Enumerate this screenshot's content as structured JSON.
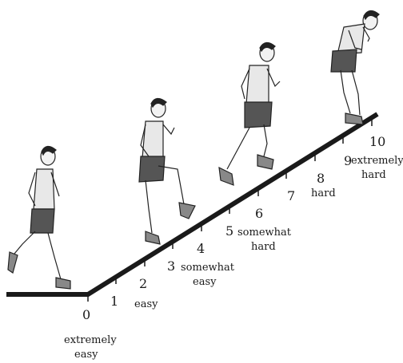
{
  "scale_points": [
    {
      "number": "0",
      "description": [
        "extremely",
        "easy"
      ]
    },
    {
      "number": "1",
      "description": []
    },
    {
      "number": "2",
      "description": [
        "easy"
      ]
    },
    {
      "number": "3",
      "description": []
    },
    {
      "number": "4",
      "description": [
        "somewhat",
        "easy"
      ]
    },
    {
      "number": "5",
      "description": []
    },
    {
      "number": "6",
      "description": [
        "somewhat",
        "hard"
      ]
    },
    {
      "number": "7",
      "description": []
    },
    {
      "number": "8",
      "description": [
        "hard"
      ]
    },
    {
      "number": "9",
      "description": []
    },
    {
      "number": "10",
      "description": [
        "extremely",
        "hard"
      ]
    }
  ],
  "figures": [
    "runner-flat",
    "runner-low-slope",
    "runner-mid-slope",
    "runner-top-bent"
  ]
}
